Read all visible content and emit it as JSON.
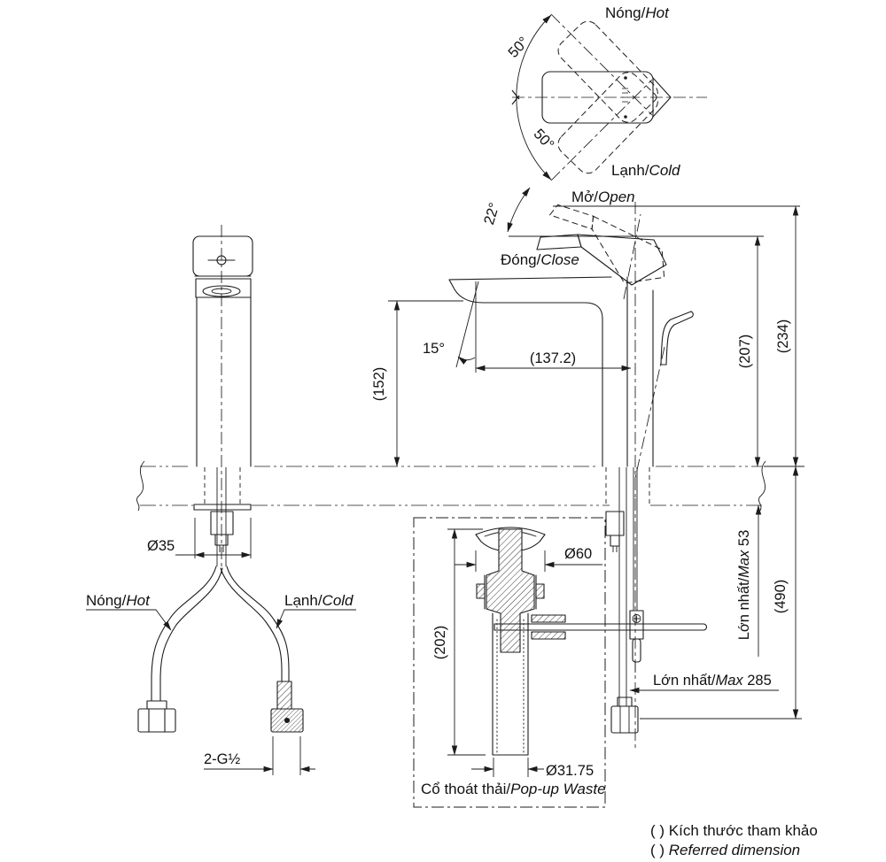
{
  "page": {
    "background": "#ffffff",
    "line_color": "#1c1c1c"
  },
  "top_view": {
    "hot_label": {
      "vi": "Nóng/",
      "en": "Hot"
    },
    "cold_label": {
      "vi": "Lạnh/",
      "en": "Cold"
    },
    "angle_upper": "50°",
    "angle_lower": "50°"
  },
  "side_view": {
    "open_label": {
      "vi": "Mở/",
      "en": "Open"
    },
    "close_label": {
      "vi": "Đóng/",
      "en": "Close"
    },
    "open_angle": "22°",
    "spout_angle": "15°",
    "spout_reach": "(137.2)",
    "spout_height": "(152)",
    "height_closed": "(207)",
    "height_open": "(234)"
  },
  "supply": {
    "hot_label": {
      "vi": "Nóng/",
      "en": "Hot"
    },
    "cold_label": {
      "vi": "Lạnh/",
      "en": "Cold"
    },
    "body_diameter": "Ø35",
    "thread_spec": "2-G½"
  },
  "popup_waste": {
    "label": {
      "vi": "Cổ thoát thải/",
      "en": "Pop-up Waste"
    },
    "flange_diameter": "Ø60",
    "height": "(202)",
    "tail_diameter": "Ø31.75"
  },
  "install": {
    "max_deck": {
      "vi": "Lớn nhất/",
      "en": "Max",
      "value": " 53"
    },
    "max_rod": {
      "vi": "Lớn nhất/",
      "en": "Max",
      "value": " 285"
    },
    "under_counter": "(490)"
  },
  "notes": {
    "vi": "( ) Kích thước tham khảo",
    "en_prefix": "( ) ",
    "en": "Referred dimension"
  }
}
